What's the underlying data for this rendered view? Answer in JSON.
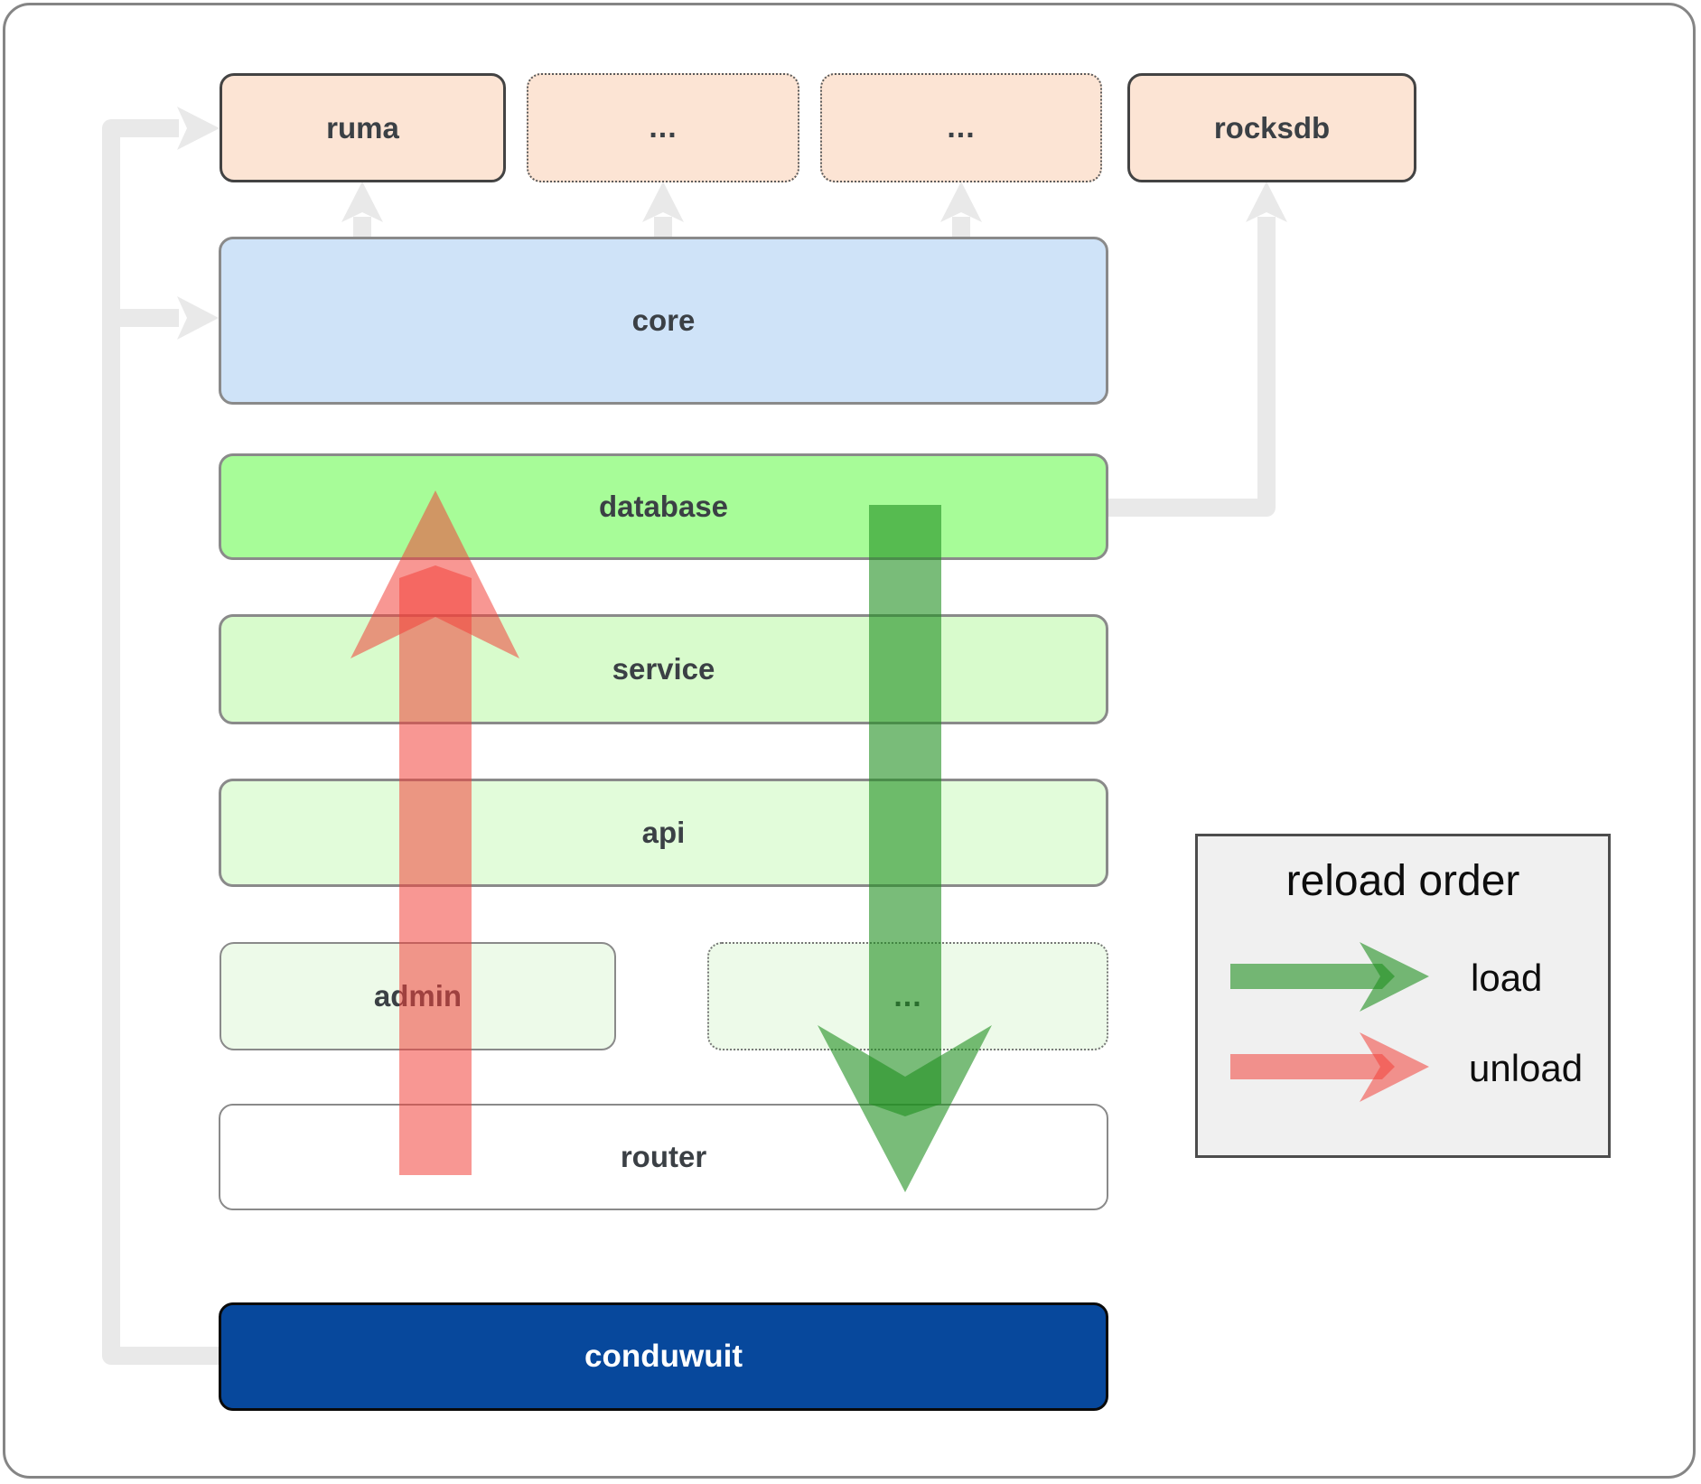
{
  "boxes": {
    "ruma": {
      "label": "ruma"
    },
    "top_ellipsis_1": {
      "label": "..."
    },
    "top_ellipsis_2": {
      "label": "..."
    },
    "rocksdb": {
      "label": "rocksdb"
    },
    "core": {
      "label": "core"
    },
    "database": {
      "label": "database"
    },
    "service": {
      "label": "service"
    },
    "api": {
      "label": "api"
    },
    "admin": {
      "label": "admin"
    },
    "admin_ellipsis": {
      "label": "..."
    },
    "router": {
      "label": "router"
    },
    "conduwuit": {
      "label": "conduwuit"
    }
  },
  "legend": {
    "title": "reload order",
    "load_label": "load",
    "unload_label": "unload"
  },
  "colors": {
    "peach_fill": "#fce4d4",
    "core_fill": "#cfe3f8",
    "database_fill": "#a7fc98",
    "service_fill": "#d8fbcc",
    "api_fill": "#e2fcda",
    "admin_fill": "#edfae9",
    "router_fill": "#ffffff",
    "conduwuit_fill": "#07489c",
    "legend_bg": "#f0f0f0",
    "connector_gray": "#e9e9e9",
    "load_arrow": "#1f8f1f",
    "unload_arrow": "#f2423a",
    "label_color": "#3b4045"
  }
}
